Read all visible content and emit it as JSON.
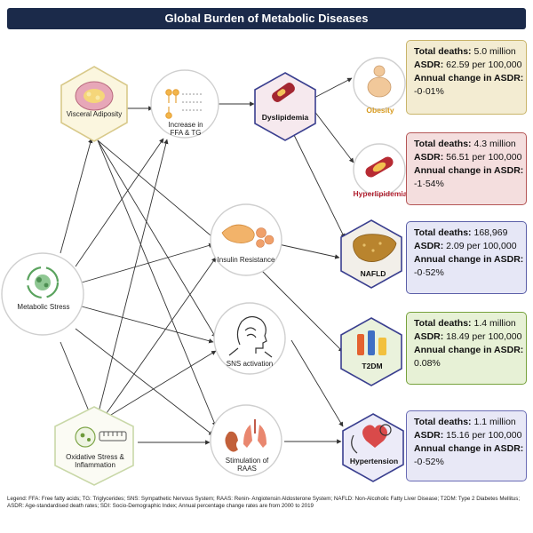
{
  "title": "Global Burden of Metabolic Diseases",
  "nodes": {
    "metabolic_stress": "Metabolic Stress",
    "visceral_adiposity": "Visceral Adiposity",
    "oxidative_stress": "Oxidative Stress & Inflammation",
    "ffa_tg": "Increase in FFA & TG",
    "insulin_resistance": "Insulin Resistance",
    "sns_activation": "SNS activation",
    "raas": "Stimulation of RAAS",
    "dyslipidemia": "Dyslipidemia",
    "obesity": "Obesity",
    "hyperlipidemia": "Hyperlipidemia",
    "nafld": "NAFLD",
    "t2dm": "T2DM",
    "hypertension": "Hypertension"
  },
  "stats": [
    {
      "deaths_label": "Total deaths:",
      "deaths": "5.0 million",
      "asdr_label": "ASDR:",
      "asdr": "62.59 per 100,000",
      "change_label": "Annual change in ASDR:",
      "change": "-0·01%",
      "color": "#f3ecd2",
      "border": "#c9b46a"
    },
    {
      "deaths_label": "Total deaths:",
      "deaths": "4.3 million",
      "asdr_label": "ASDR:",
      "asdr": "56.51 per 100,000",
      "change_label": "Annual change in ASDR:",
      "change": "-1·54%",
      "color": "#f4dede",
      "border": "#b55656"
    },
    {
      "deaths_label": "Total deaths:",
      "deaths": "168,969",
      "asdr_label": "ASDR:",
      "asdr": "2.09 per 100,000",
      "change_label": "Annual change in ASDR:",
      "change": "-0·52%",
      "color": "#e6e7f6",
      "border": "#5b5fa8"
    },
    {
      "deaths_label": "Total deaths:",
      "deaths": "1.4 million",
      "asdr_label": "ASDR:",
      "asdr": "18.49 per 100,000",
      "change_label": "Annual change in ASDR:",
      "change": "0.08%",
      "color": "#e7f1d6",
      "border": "#77a23d"
    },
    {
      "deaths_label": "Total deaths:",
      "deaths": "1.1 million",
      "asdr_label": "ASDR:",
      "asdr": "15.16 per 100,000",
      "change_label": "Annual change in ASDR:",
      "change": "-0·52%",
      "color": "#e8e8f6",
      "border": "#6a6cb5"
    }
  ],
  "legend": "Legend: FFA: Free fatty acids; TG: Triglycerides; SNS: Sympathetic Nervous System; RAAS: Renin- Angiotensin Aldosterone System; NAFLD: Non-Alcoholic Fatty Liver Disease; T2DM: Type 2 Diabetes Mellitus; ASDR: Age-standardised death rates; SDI: Socio-Demographic Index; Annual percentage change rates are from 2000 to 2019",
  "colors": {
    "title_bg": "#1b2a4a",
    "dyslipidemia": "#b23a48",
    "obesity_label": "#d79a1e",
    "hyperlipidemia_label": "#b01e2e",
    "hex_purple": "#3a3f8f"
  }
}
